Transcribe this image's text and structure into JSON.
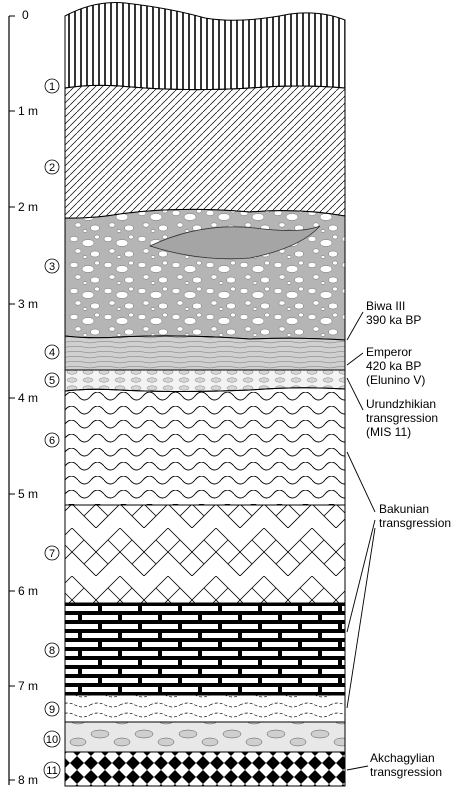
{
  "depth_axis": [
    "0",
    "1 m",
    "2 m",
    "3 m",
    "4 m",
    "5 m",
    "6 m",
    "7 m",
    "8 m"
  ],
  "layers": [
    {
      "number": "1",
      "pattern": "vertical-lines"
    },
    {
      "number": "2",
      "pattern": "diagonal-hatch"
    },
    {
      "number": "3",
      "pattern": "gravel-pebbles"
    },
    {
      "number": "4",
      "pattern": "laminated-sand"
    },
    {
      "number": "5",
      "pattern": "shell-lenses"
    },
    {
      "number": "6",
      "pattern": "wavy-lines"
    },
    {
      "number": "7",
      "pattern": "herringbone"
    },
    {
      "number": "8",
      "pattern": "brick-limestone"
    },
    {
      "number": "9",
      "pattern": "dashed-wavy"
    },
    {
      "number": "10",
      "pattern": "gravel-pebbles"
    },
    {
      "number": "11",
      "pattern": "black-checker"
    }
  ],
  "annotations": {
    "biwa": [
      "Biwa III",
      "390 ka BP"
    ],
    "emperor": [
      "Emperor",
      "420 ka BP",
      "(Elunino V)"
    ],
    "urundzhikian": [
      "Urundzhikian",
      "transgression",
      "(MIS 11)"
    ],
    "bakunian": [
      "Bakunian",
      "transgression"
    ],
    "akchagylian": [
      "Akchagylian",
      "transgression"
    ]
  },
  "colors": {
    "gravel_fill": "#b5b5b5",
    "sand_fill": "#d0d0d0",
    "ink": "#000000"
  }
}
